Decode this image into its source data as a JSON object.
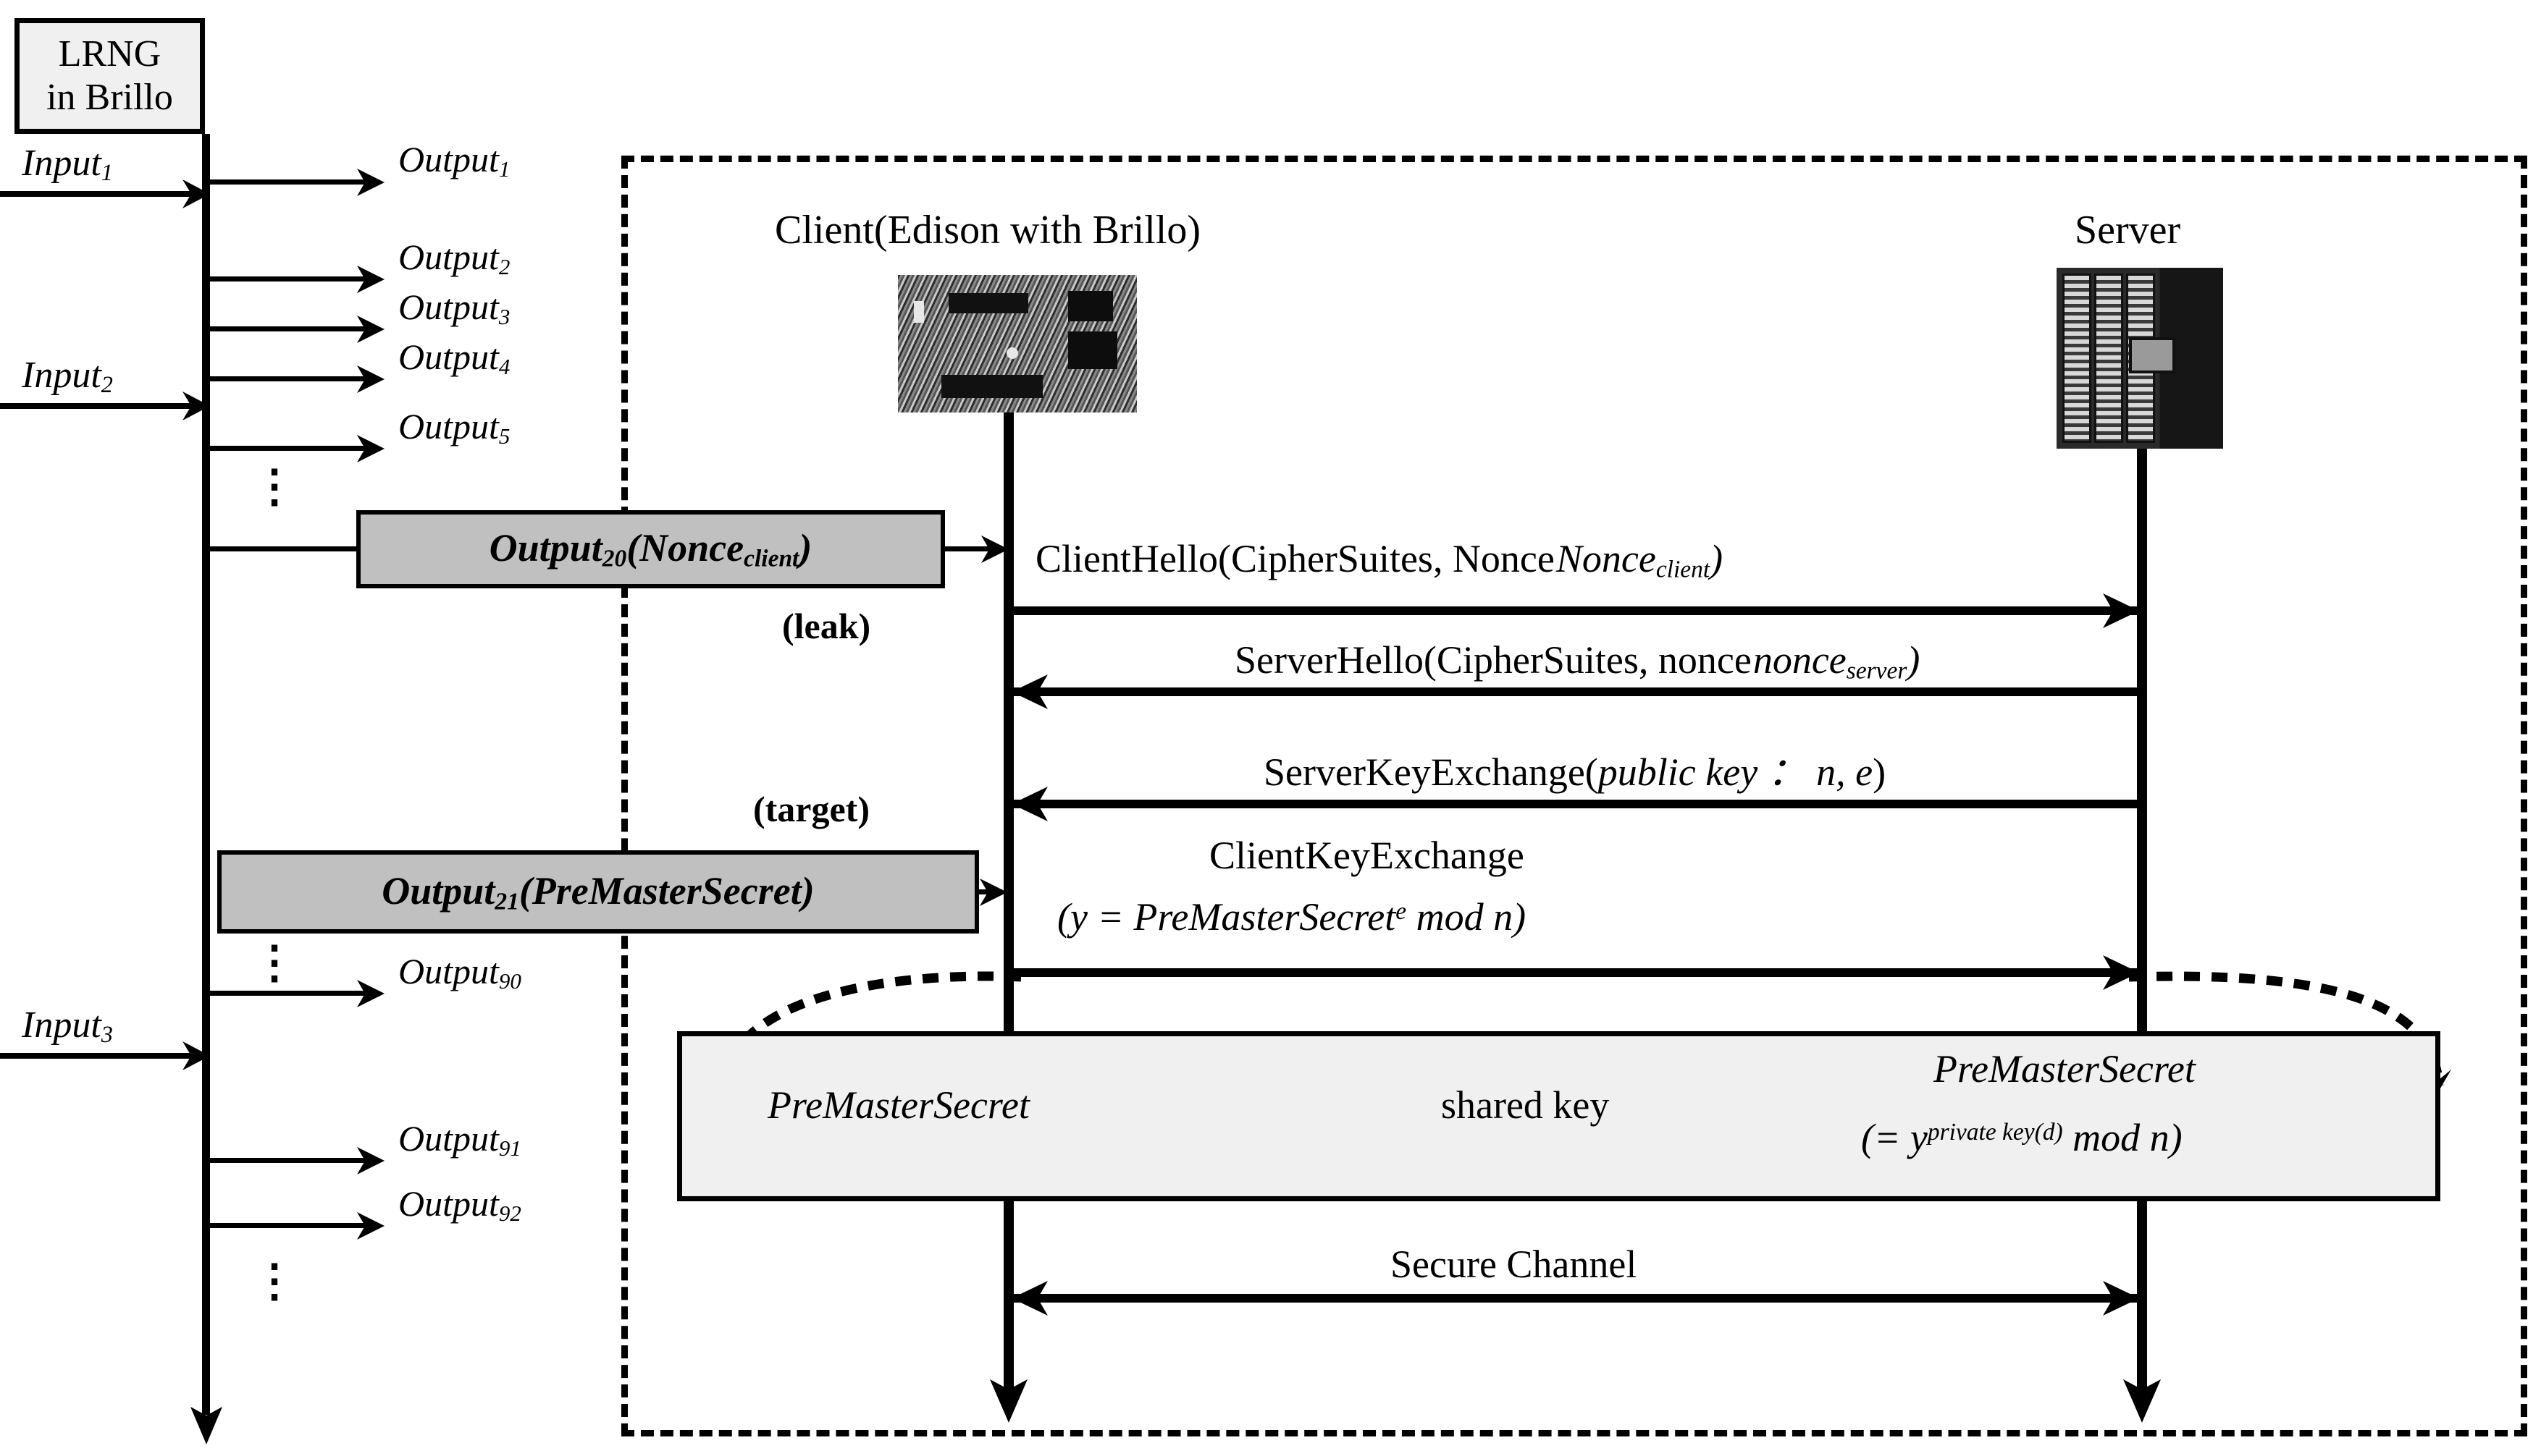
{
  "lrng": {
    "line1": "LRNG",
    "line2": "in Brillo"
  },
  "inputs": [
    {
      "label": "Input",
      "sub": "1"
    },
    {
      "label": "Input",
      "sub": "2"
    },
    {
      "label": "Input",
      "sub": "3"
    }
  ],
  "outputs": [
    {
      "label": "Output",
      "sub": "1"
    },
    {
      "label": "Output",
      "sub": "2"
    },
    {
      "label": "Output",
      "sub": "3"
    },
    {
      "label": "Output",
      "sub": "4"
    },
    {
      "label": "Output",
      "sub": "5"
    },
    {
      "label": "Output",
      "sub": "90"
    },
    {
      "label": "Output",
      "sub": "91"
    },
    {
      "label": "Output",
      "sub": "92"
    }
  ],
  "ellipsis": "⋮",
  "highlight_boxes": [
    {
      "prefix": "Output",
      "sub": "20",
      "paren_open": "(",
      "inner": "Nonce",
      "inner_sub": "client",
      "paren_close": ")",
      "annotation": "(leak)"
    },
    {
      "prefix": "Output",
      "sub": "21",
      "paren_open": "(",
      "inner": "PreMasterSecret",
      "inner_sub": "",
      "paren_close": ")",
      "annotation": "(target)"
    }
  ],
  "actors": {
    "client": {
      "label": "Client(Edison with Brillo)",
      "icon": "edison-board-image"
    },
    "server": {
      "label": "Server",
      "icon": "server-rack-image"
    }
  },
  "messages": [
    {
      "id": "client-hello",
      "text_plain": "ClientHello(CipherSuites, Nonce",
      "italic_sub": "client",
      "tail": ")",
      "direction": "right",
      "align": "left"
    },
    {
      "id": "server-hello",
      "text_plain": "ServerHello(CipherSuites, nonce",
      "italic_sub": "server",
      "tail": ")",
      "direction": "left",
      "align": "center"
    },
    {
      "id": "server-key-exchange",
      "text_plain": "ServerKeyExchange(",
      "italic": "public key ： n, e",
      "tail": ")",
      "direction": "left",
      "align": "center"
    },
    {
      "id": "client-key-exchange",
      "line1": "ClientKeyExchange",
      "line2_pre": "(y = PreMasterSecret",
      "line2_sup": "e",
      "line2_post": " mod n)",
      "direction": "right",
      "align": "center"
    },
    {
      "id": "secure-channel",
      "text_plain": "Secure Channel",
      "direction": "both",
      "align": "center"
    }
  ],
  "shared_key": {
    "left_label": "PreMasterSecret",
    "center_label": "shared key",
    "right_line1": "PreMasterSecret",
    "right_line2_pre": "(= y",
    "right_line2_sup": "private key(d)",
    "right_line2_post": " mod n)"
  },
  "colors": {
    "highlight_fill": "#c0c0c0",
    "panel_fill": "#f0f0f0",
    "stroke": "#000000",
    "background": "#ffffff"
  }
}
